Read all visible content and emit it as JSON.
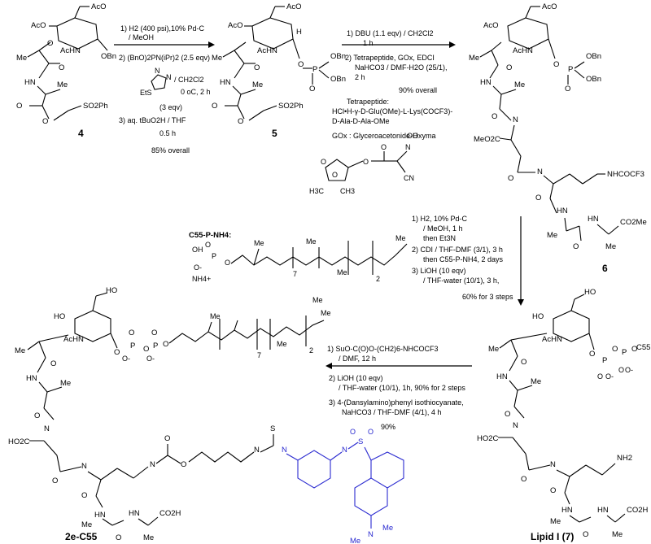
{
  "compounds": {
    "c4": "4",
    "c5": "5",
    "c6": "6",
    "c7": "Lipid I (7)",
    "c2e": "2e-C55"
  },
  "atoms": {
    "OAc": "AcO",
    "AcHN": "AcHN",
    "OBn": "OBn",
    "H": "H",
    "Me": "Me",
    "SO2Ph": "SO2Ph",
    "O": "O",
    "HN": "HN",
    "HO": "HO",
    "HOOC": "HO2C",
    "MeOOC": "MeO2C",
    "CO2Me": "CO2Me",
    "CO2H": "CO2H",
    "NHCOCF3": "NHCOCF3",
    "NH2": "NH2",
    "P": "P",
    "C55": "C55",
    "N": "N",
    "S": "S",
    "EtS": "EtS",
    "OH": "OH",
    "CN": "CN",
    "H3C": "H3C",
    "CH3": "CH3",
    "NH4": "NH4+",
    "n7": "7",
    "n2": "2",
    "Om": "O-"
  },
  "step1": {
    "l1": "1) H2 (400 psi),10% Pd-C",
    "l2": "/ MeOH",
    "l3": "2) (BnO)2PN(iPr)2 (2.5 eqv)",
    "l4": "/ CH2Cl2",
    "l5": "0 oC, 2 h",
    "l6": "(3 eqv)",
    "l7": "3) aq. tBuO2H / THF",
    "l8": "0.5 h",
    "l9": "85% overall"
  },
  "step2": {
    "l1": "1) DBU (1.1 eqv) / CH2Cl2",
    "l2": "1 h",
    "l3": "2) Tetrapeptide, GOx, EDCI",
    "l4": "NaHCO3 / DMF-H2O (25/1),",
    "l5": "2 h",
    "l6": "90% overall",
    "l7": "Tetrapeptide:",
    "l8": "HCl•H-γ-D-Glu(OMe)-L-Lys(COCF3)-",
    "l9": "D-Ala-D-Ala-OMe",
    "l10": "GOx : Glyceroacetonide-Oxyma"
  },
  "step3": {
    "l1": "1) H2, 10% Pd-C",
    "l2": "/ MeOH, 1 h",
    "l3": "then Et3N",
    "l4": "2) CDI / THF-DMF (3/1), 3 h",
    "l5": "then C55-P-NH4, 2 days",
    "l6": "3) LiOH (10 eqv)",
    "l7": "/ THF-water (10/1), 3 h,",
    "l8": "60% for 3 steps"
  },
  "step4": {
    "l1": "1) SuO-C(O)O-(CH2)6-NHCOCF3",
    "l2": "/ DMF, 12 h",
    "l3": "2) LiOH (10 eqv)",
    "l4": "/ THF-water (10/1), 1h, 90% for 2 steps",
    "l5": "3) 4-(Dansylamino)phenyl isothiocyanate,",
    "l6": "NaHCO3 / THF-DMF (4/1), 4 h",
    "l7": "90%"
  },
  "c55label": "C55-P-NH4:",
  "colors": {
    "dansyl": "#2a2ad0"
  }
}
